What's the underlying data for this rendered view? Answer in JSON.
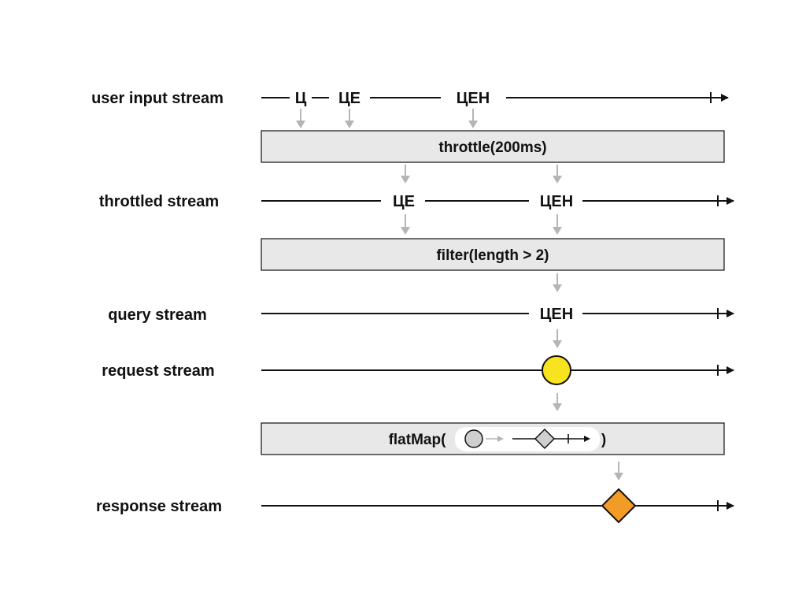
{
  "streams": {
    "user_input": {
      "label": "user input stream",
      "events": [
        "Ц",
        "ЦЕ",
        "ЦЕН"
      ]
    },
    "throttled": {
      "label": "throttled stream",
      "events": [
        "ЦЕ",
        "ЦЕН"
      ]
    },
    "query": {
      "label": "query stream",
      "events": [
        "ЦЕН"
      ]
    },
    "request": {
      "label": "request stream",
      "marker": "circle"
    },
    "response": {
      "label": "response stream",
      "marker": "diamond"
    }
  },
  "operators": {
    "throttle": "throttle(200ms)",
    "filter": "filter(length > 2)",
    "flatmap_open": "flatMap(",
    "flatmap_close": ")"
  },
  "colors": {
    "line": "#111111",
    "arrow": "#b5b5b5",
    "operator_fill": "#e8e8e8",
    "request_marker": "#f7e41e",
    "response_marker": "#f39b27",
    "inner_circle": "#cfcfcf",
    "inner_diamond": "#cfcfcf"
  }
}
